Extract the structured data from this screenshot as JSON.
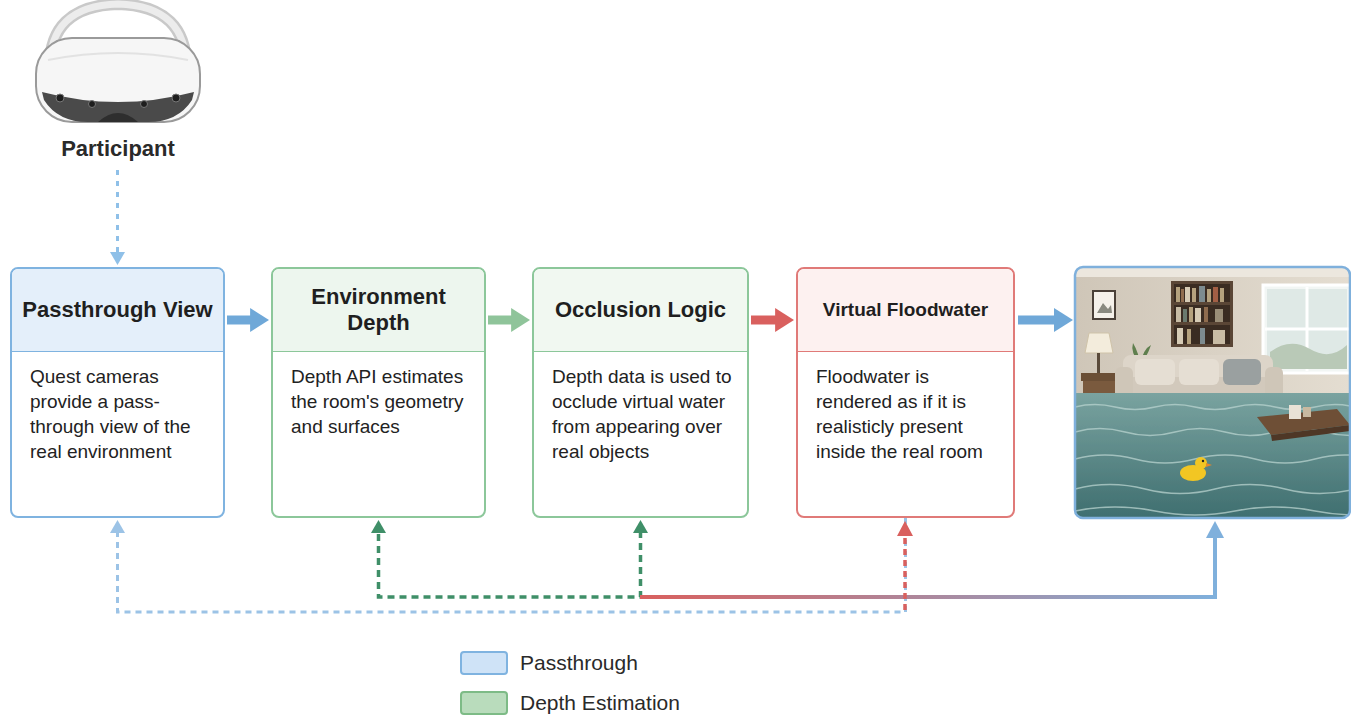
{
  "diagram": {
    "nodes": [
      {
        "text": [
          "Participant"
        ]
      },
      {
        "text": [
          "Passthrough View",
          "Quest cameras provide a pass-through view of the real environment"
        ]
      },
      {
        "text": [
          "Environment Depth",
          "Depth API estimates the room's geometry and surfaces"
        ]
      },
      {
        "text": [
          "Occlusion Logic",
          "Depth data is used to occlude virtual water from appearing over real objects"
        ]
      },
      {
        "text": [
          "Virtual Floodwater",
          "Floodwater is rendered as if it is realisticly present inside the real room"
        ]
      }
    ],
    "edges": [
      {
        "from": 0,
        "to": 1,
        "arrow": "to"
      },
      {
        "from": 1,
        "to": 2,
        "arrow": "to"
      },
      {
        "from": 2,
        "to": 3,
        "arrow": "to"
      },
      {
        "from": 3,
        "to": 4,
        "arrow": "to"
      },
      {
        "from": 4,
        "to": 1,
        "arrow": "to"
      },
      {
        "from": 3,
        "to": 2,
        "arrow": "both"
      }
    ],
    "legend": [
      {
        "text": "Passthrough",
        "color": "#cfe3f7"
      },
      {
        "text": "Depth Estimation",
        "color": "#b9dcbc"
      }
    ]
  }
}
